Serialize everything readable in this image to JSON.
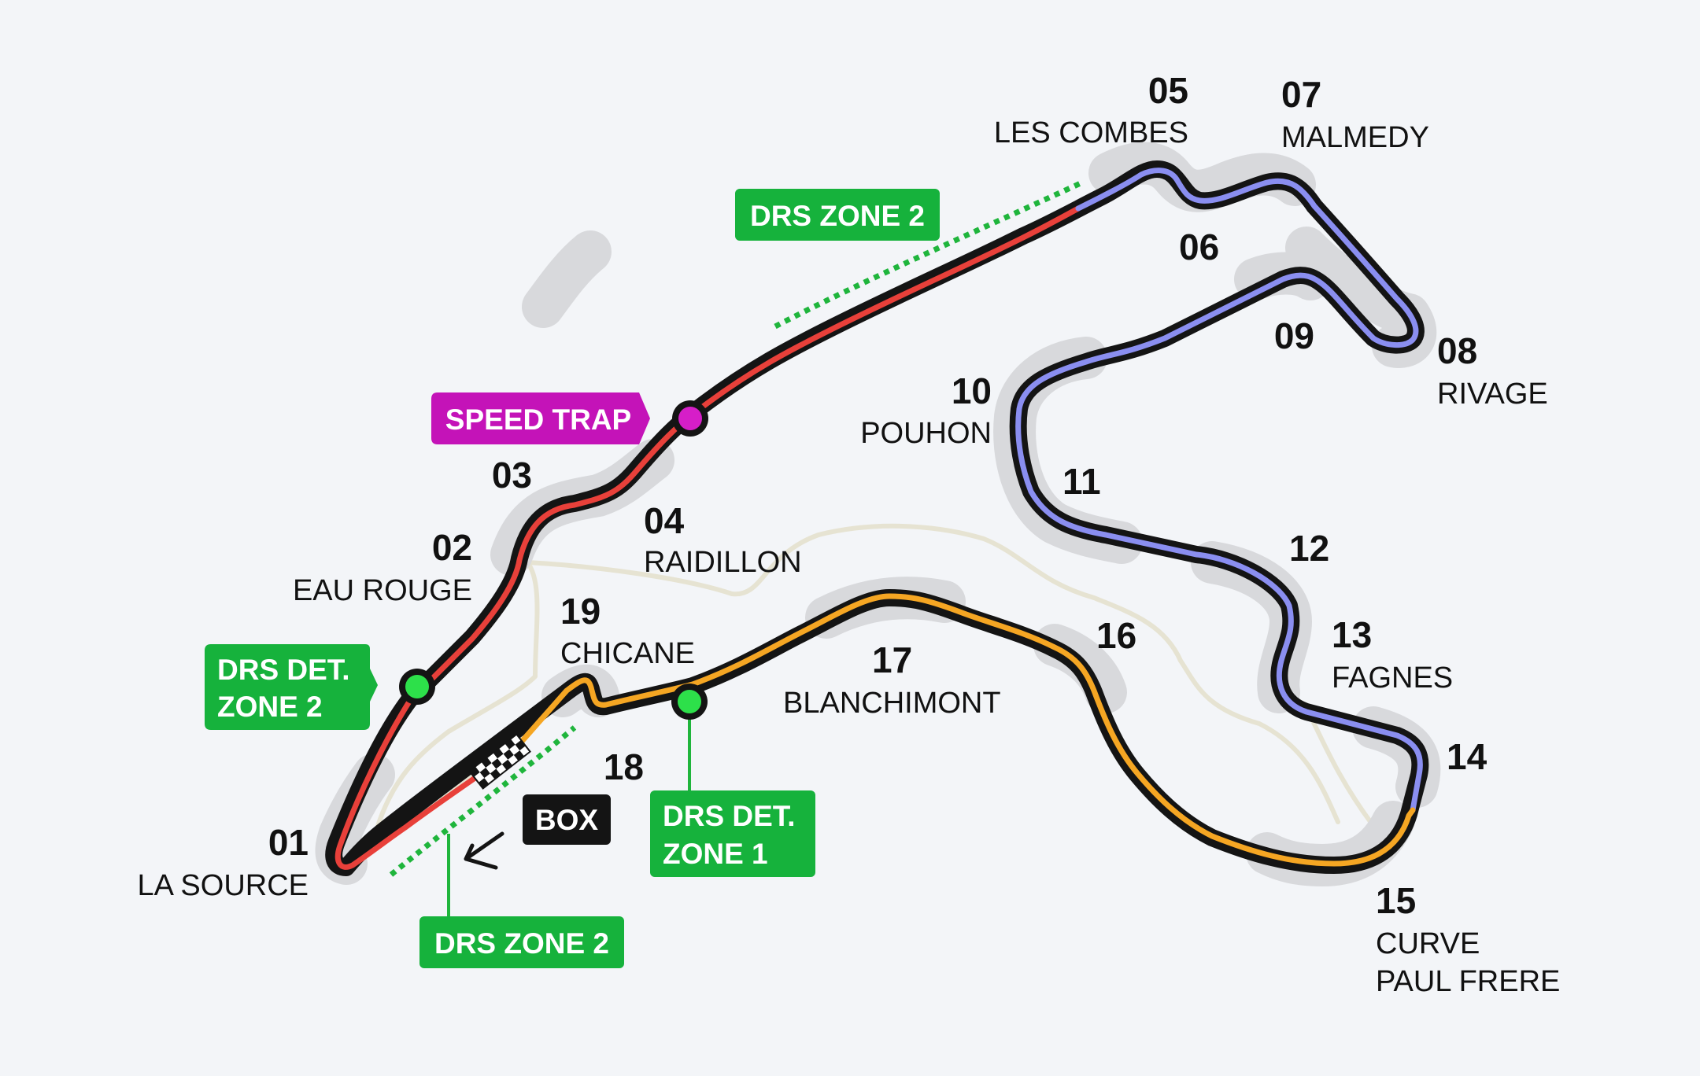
{
  "colors": {
    "background": "#f3f5f8",
    "sector_1": "#e8403a",
    "sector_2": "#8a8ef0",
    "sector_3": "#f5a623",
    "drs": "#1fb53c",
    "speed_trap": "#d61ec8",
    "box": "#141414"
  },
  "turns": {
    "t01": {
      "number": "01",
      "name": "LA SOURCE"
    },
    "t02": {
      "number": "02",
      "name": "EAU ROUGE"
    },
    "t03": {
      "number": "03",
      "name": ""
    },
    "t04": {
      "number": "04",
      "name": "RAIDILLON"
    },
    "t05": {
      "number": "05",
      "name": "LES COMBES"
    },
    "t06": {
      "number": "06",
      "name": ""
    },
    "t07": {
      "number": "07",
      "name": "MALMEDY"
    },
    "t08": {
      "number": "08",
      "name": "RIVAGE"
    },
    "t09": {
      "number": "09",
      "name": ""
    },
    "t10": {
      "number": "10",
      "name": "POUHON"
    },
    "t11": {
      "number": "11",
      "name": ""
    },
    "t12": {
      "number": "12",
      "name": ""
    },
    "t13": {
      "number": "13",
      "name": "FAGNES"
    },
    "t14": {
      "number": "14",
      "name": ""
    },
    "t15": {
      "number": "15",
      "name_line1": "CURVE",
      "name_line2": "PAUL FRERE"
    },
    "t16": {
      "number": "16",
      "name": ""
    },
    "t17": {
      "number": "17",
      "name": "BLANCHIMONT"
    },
    "t18": {
      "number": "18",
      "name": ""
    },
    "t19": {
      "number": "19",
      "name": "CHICANE"
    }
  },
  "labels": {
    "drs_zone_top": "DRS ZONE 2",
    "drs_zone_bottom": "DRS ZONE 2",
    "speed_trap": "SPEED TRAP",
    "drs_det_2_line1": "DRS DET.",
    "drs_det_2_line2": "ZONE 2",
    "drs_det_1_line1": "DRS DET.",
    "drs_det_1_line2": "ZONE 1",
    "box": "BOX"
  }
}
